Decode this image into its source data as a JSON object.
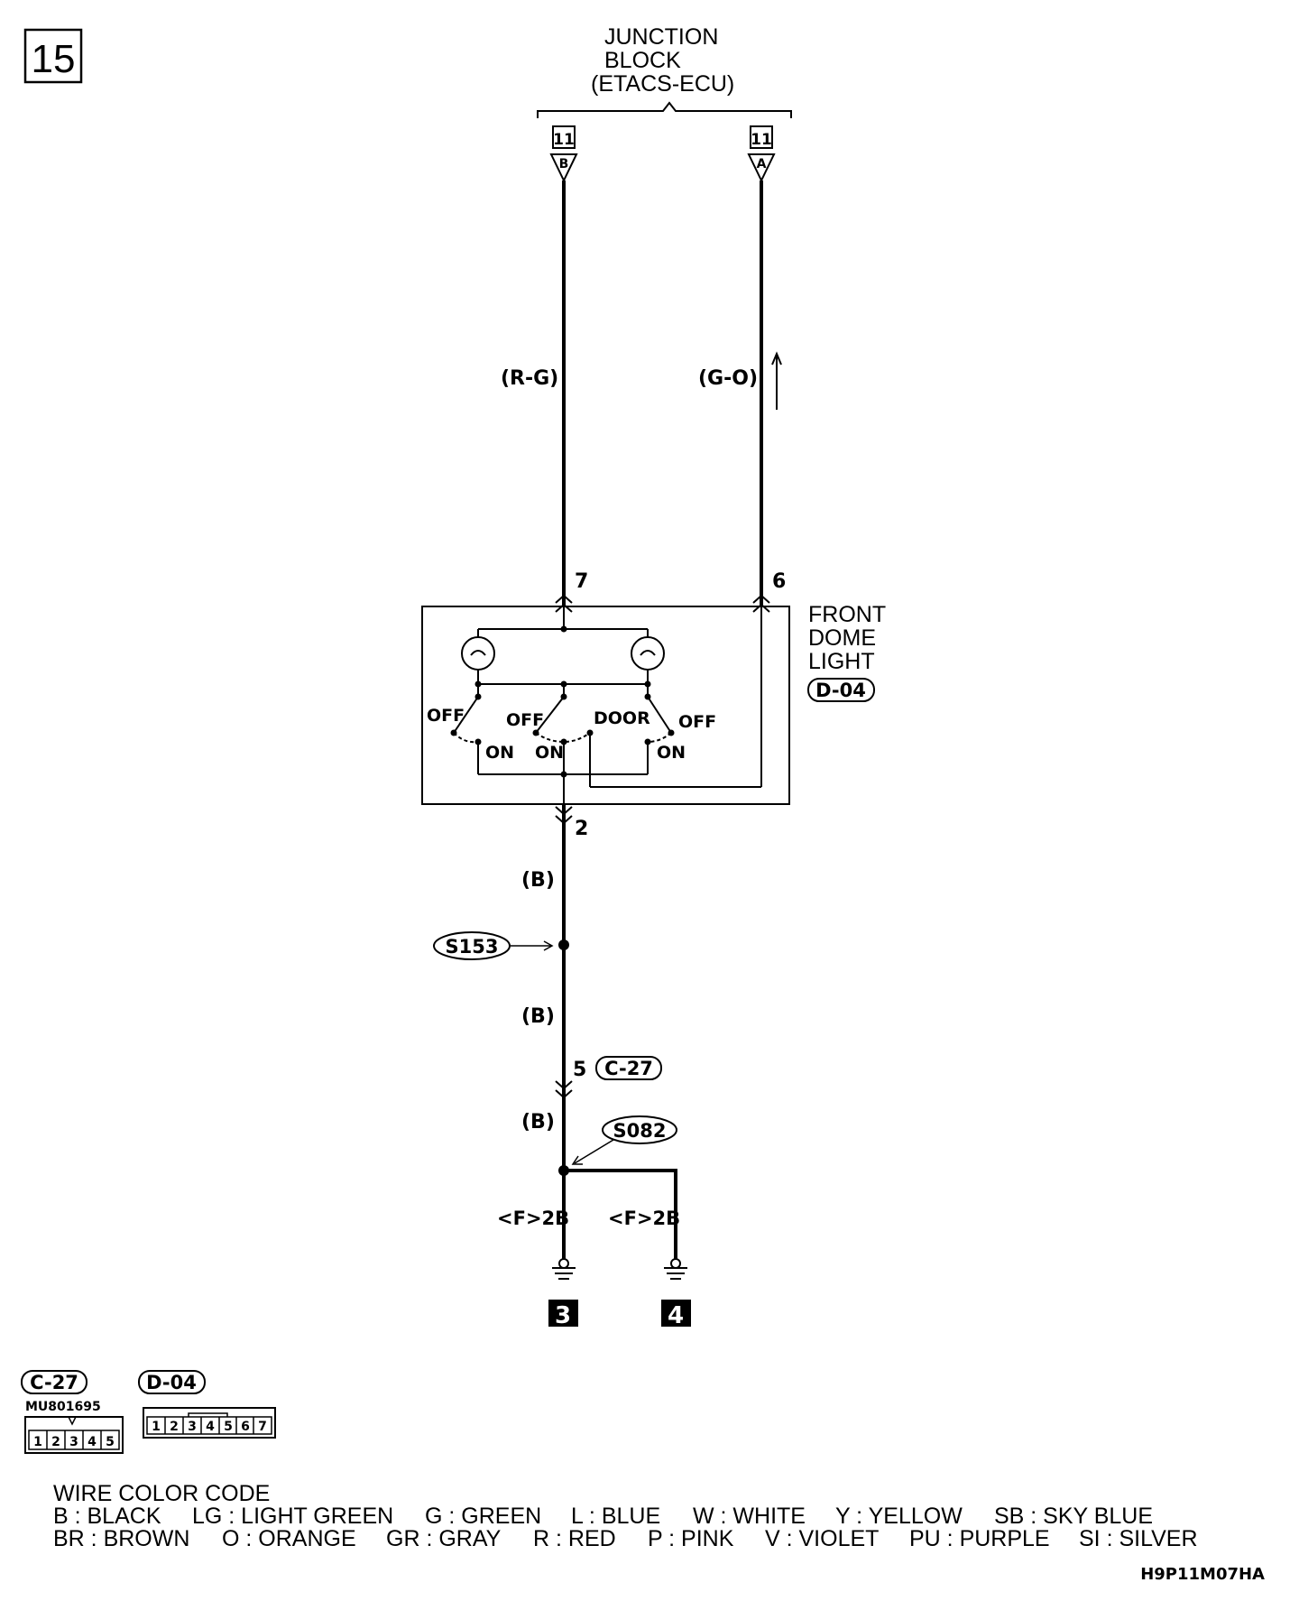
{
  "page_number": "15",
  "junction_block": {
    "line1": "JUNCTION",
    "line2": "BLOCK",
    "line3": "(ETACS-ECU)"
  },
  "connectors_top": [
    {
      "number": "11",
      "terminal": "B"
    },
    {
      "number": "11",
      "terminal": "A"
    }
  ],
  "wires": {
    "left_color": "(R-G)",
    "right_color": "(G-O)",
    "black": "(B)"
  },
  "pins": {
    "p7": "7",
    "p6": "6",
    "p2": "2",
    "p5": "5"
  },
  "dome_light": {
    "line1": "FRONT",
    "line2": "DOME",
    "line3": "LIGHT",
    "connector": "D-04",
    "switch_labels": {
      "off": "OFF",
      "on": "ON",
      "door": "DOOR"
    }
  },
  "splices": {
    "s153": "S153",
    "s082": "S082"
  },
  "c27_connector": "C-27",
  "grounds": [
    {
      "label": "<F>2B",
      "number": "3"
    },
    {
      "label": "<F>2B",
      "number": "4"
    }
  ],
  "connector_views": {
    "c27": {
      "label": "C-27",
      "part": "MU801695",
      "pins": [
        "1",
        "2",
        "3",
        "4",
        "5"
      ]
    },
    "d04": {
      "label": "D-04",
      "pins": [
        "1",
        "2",
        "3",
        "4",
        "5",
        "6",
        "7"
      ]
    }
  },
  "wire_color_code": {
    "title": "WIRE COLOR CODE",
    "row1": [
      "B : BLACK",
      "LG : LIGHT GREEN",
      "G : GREEN",
      "L : BLUE",
      "W : WHITE",
      "Y : YELLOW",
      "SB : SKY BLUE"
    ],
    "row2": [
      "BR : BROWN",
      "O : ORANGE",
      "GR : GRAY",
      "R : RED",
      "P : PINK",
      "V : VIOLET",
      "PU : PURPLE",
      "SI : SILVER"
    ]
  },
  "figure_code": "H9P11M07HA"
}
